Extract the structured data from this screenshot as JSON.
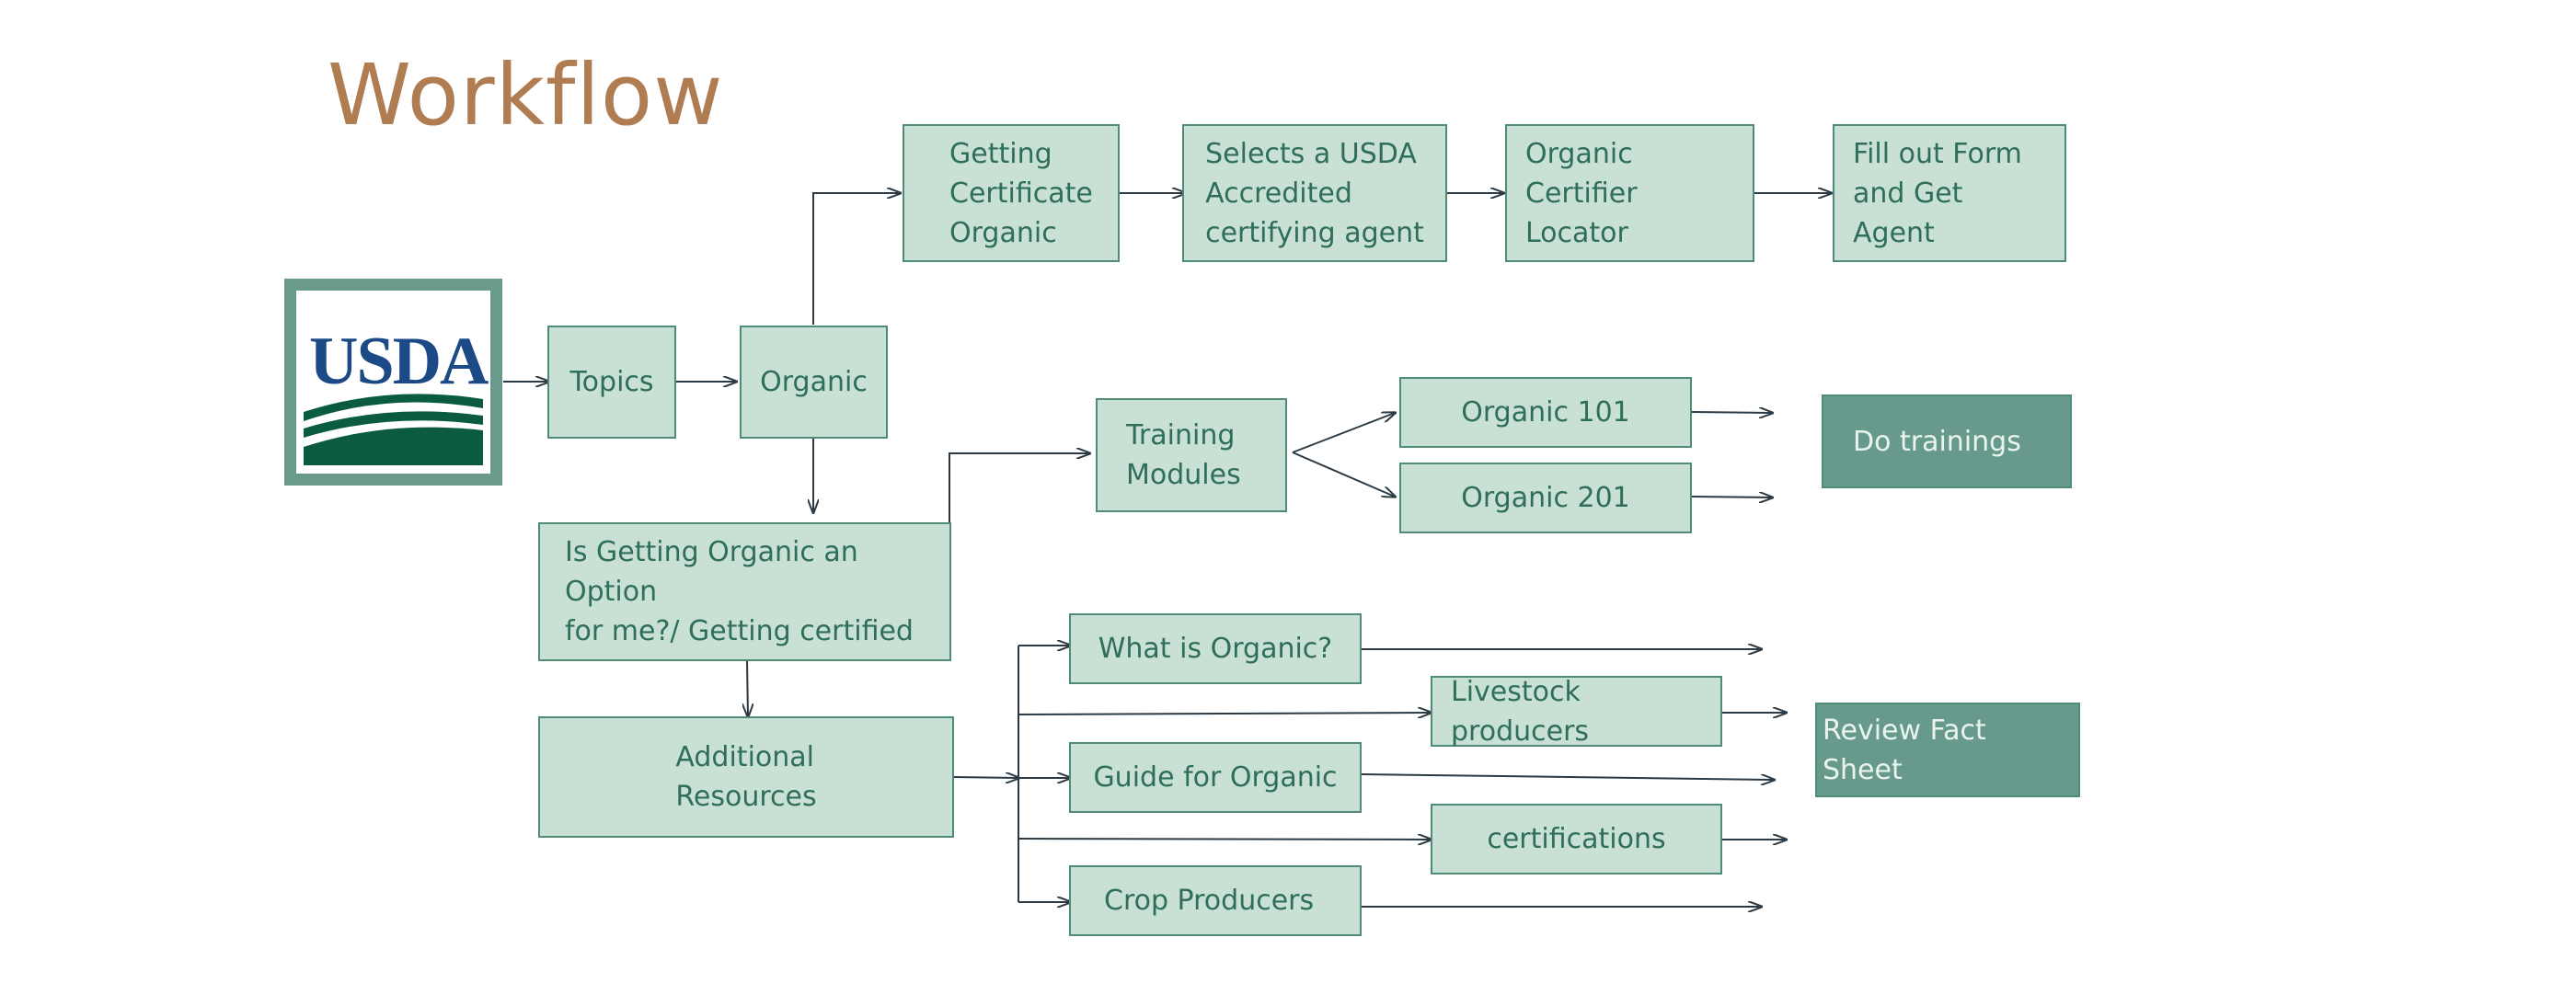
{
  "title": "Workflow",
  "logo": {
    "text": "USDA",
    "colors": {
      "blue": "#1c4a86",
      "green": "#0b5c3f"
    }
  },
  "nodes": {
    "topics": "Topics",
    "organic": "Organic",
    "getting_certificate": "Getting\nCertificate\nOrganic",
    "selects_agent": "Selects a USDA\nAccredited\ncertifying agent",
    "certifier_locator": "Organic\nCertifier Locator",
    "fill_form": "Fill out Form\nand Get Agent",
    "option": "Is Getting Organic an Option\nfor me?/ Getting certified",
    "training": "Training\nModules",
    "organic101": "Organic 101",
    "organic201": "Organic 201",
    "do_trainings": "Do trainings",
    "additional": "Additional\nResources",
    "what_is": "What is Organic?",
    "livestock": "Livestock producers",
    "guide": "Guide for Organic",
    "certifications": "certifications",
    "crop": "Crop Producers",
    "review": "Review Fact Sheet"
  },
  "colors": {
    "title": "#b07c52",
    "box_fill": "#c9e0d4",
    "box_border": "#4f8c78",
    "box_text": "#2f6e5c",
    "dark_fill": "#679a8c",
    "dark_text": "#eaf4ef",
    "arrow": "#2b3a44"
  }
}
